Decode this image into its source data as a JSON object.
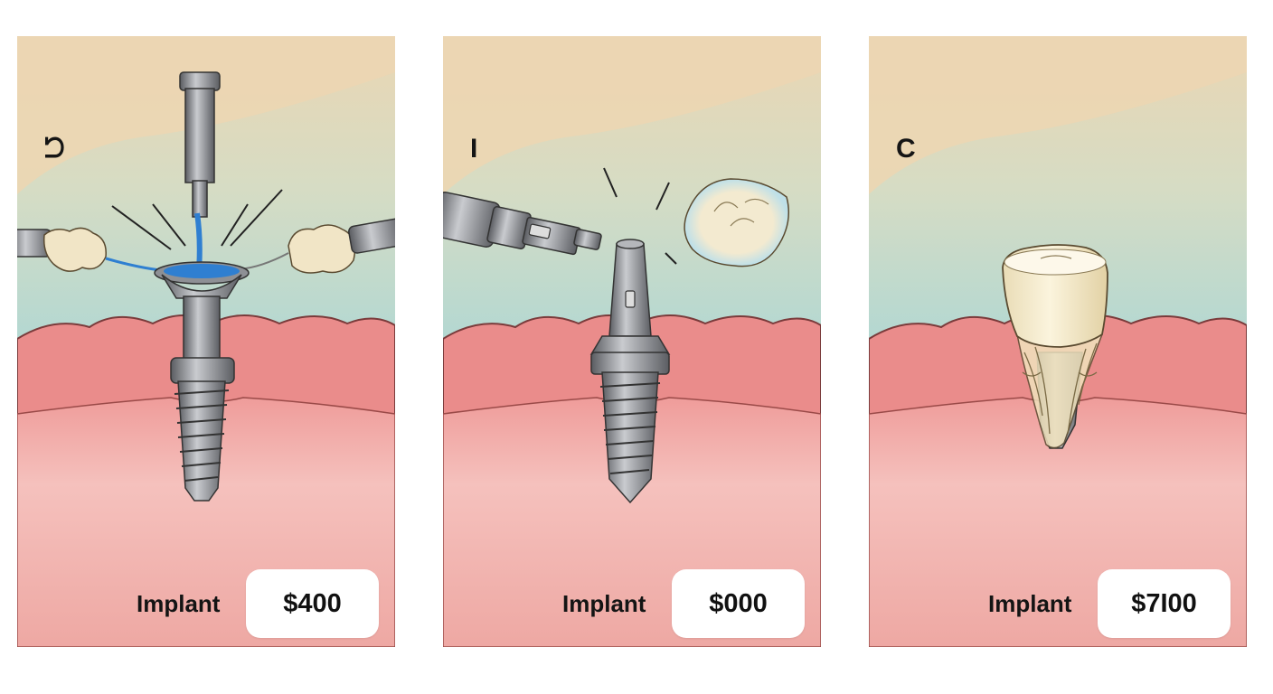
{
  "panels": [
    {
      "letter": "ᘤ",
      "caption": "Implant",
      "price": "$400"
    },
    {
      "letter": "I",
      "caption": "Implant",
      "price": "$000"
    },
    {
      "letter": "C",
      "caption": "Implant",
      "price": "$7I00"
    }
  ],
  "colors": {
    "sky_top": "#ecd7b4",
    "sky_mid": "#cfdec9",
    "sky_bottom": "#a8d5d2",
    "gum_top": "#ea8a8a",
    "gum_outline": "#7a3b3b",
    "gum_body": "#f2b3b0",
    "metal": "#8d8f93",
    "metal_dark": "#4a4c50",
    "tooth": "#f3ead0",
    "water": "#2f7fd1"
  }
}
